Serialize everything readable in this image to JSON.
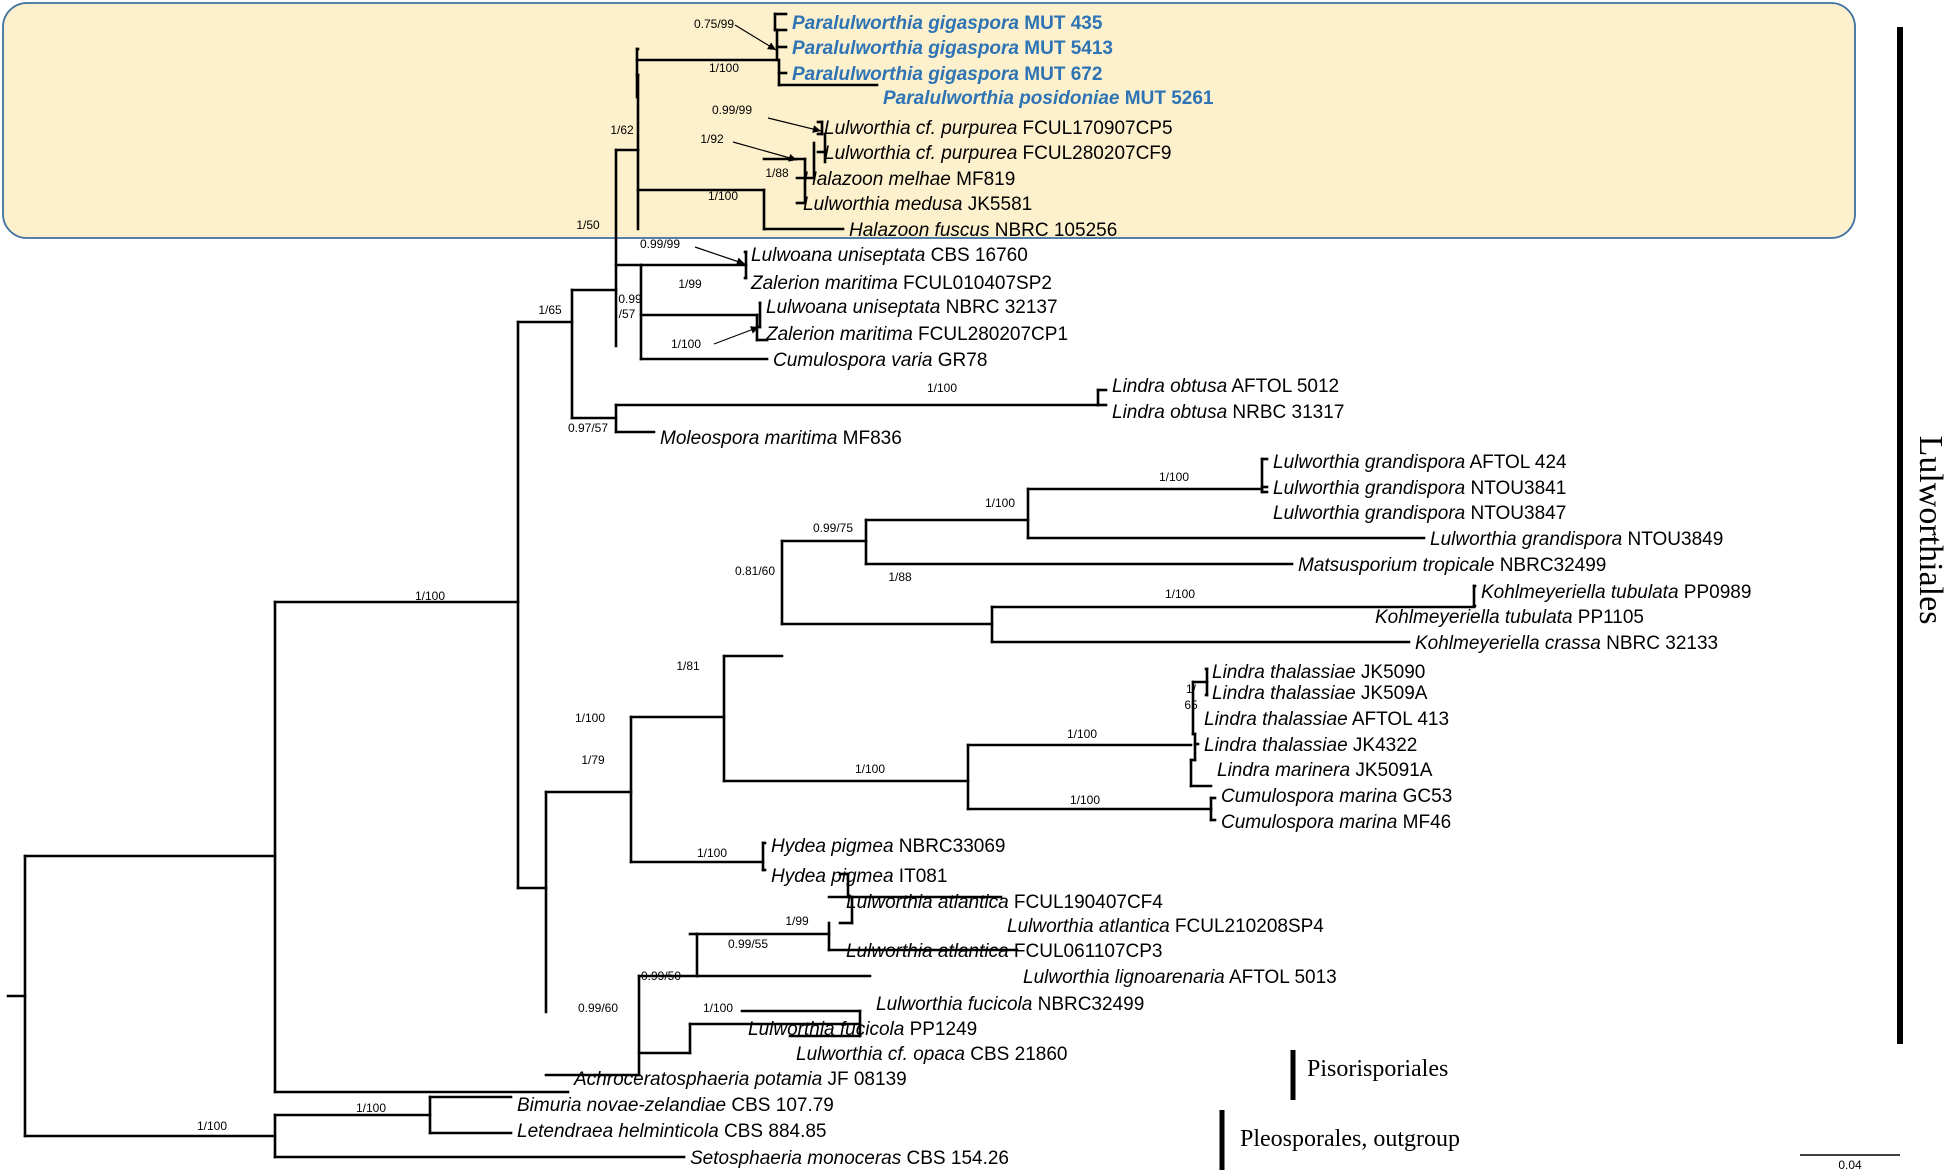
{
  "clade_highlight_color": "#fdf0cc",
  "clade_highlight_border": "#3d6fa0",
  "highlight_text_color": "#2e74b5",
  "leaves": [
    {
      "genus": "Paralulworthia",
      "epithet": "gigaspora",
      "code": "MUT 435"
    },
    {
      "genus": "Paralulworthia",
      "epithet": "gigaspora",
      "code": "MUT 5413"
    },
    {
      "genus": "Paralulworthia",
      "epithet": "gigaspora",
      "code": "MUT 672"
    },
    {
      "genus": "Paralulworthia",
      "epithet": "posidoniae",
      "code": "MUT 5261"
    },
    {
      "genus": "Lulworthia",
      "epithet": "cf. purpurea",
      "code": "FCUL170907CP5"
    },
    {
      "genus": "Lulworthia",
      "epithet": "cf. purpurea",
      "code": "FCUL280207CF9"
    },
    {
      "genus": "Halazoon",
      "epithet": "melhae",
      "code": "MF819"
    },
    {
      "genus": "Lulworthia",
      "epithet": "medusa",
      "code": "JK5581"
    },
    {
      "genus": "Halazoon",
      "epithet": "fuscus",
      "code": "NBRC 105256"
    },
    {
      "genus": "Lulwoana",
      "epithet": "uniseptata",
      "code": "CBS 16760"
    },
    {
      "genus": "Zalerion",
      "epithet": "maritima",
      "code": "FCUL010407SP2"
    },
    {
      "genus": "Lulwoana",
      "epithet": "uniseptata",
      "code": "NBRC 32137"
    },
    {
      "genus": "Zalerion",
      "epithet": "maritima",
      "code": "FCUL280207CP1"
    },
    {
      "genus": "Cumulospora",
      "epithet": "varia",
      "code": "GR78"
    },
    {
      "genus": "Lindra",
      "epithet": "obtusa",
      "code": "AFTOL 5012"
    },
    {
      "genus": "Lindra",
      "epithet": "obtusa",
      "code": "NRBC 31317"
    },
    {
      "genus": "Moleospora",
      "epithet": "maritima",
      "code": "MF836"
    },
    {
      "genus": "Lulworthia",
      "epithet": "grandispora",
      "code": "AFTOL 424"
    },
    {
      "genus": "Lulworthia",
      "epithet": "grandispora",
      "code": "NTOU3841"
    },
    {
      "genus": "Lulworthia",
      "epithet": "grandispora",
      "code": "NTOU3847"
    },
    {
      "genus": "Lulworthia",
      "epithet": "grandispora",
      "code": "NTOU3849"
    },
    {
      "genus": "Matsusporium",
      "epithet": "tropicale",
      "code": "NBRC32499"
    },
    {
      "genus": "Kohlmeyeriella",
      "epithet": "tubulata",
      "code": "PP0989"
    },
    {
      "genus": "Kohlmeyeriella",
      "epithet": "tubulata",
      "code": "PP1105"
    },
    {
      "genus": "Kohlmeyeriella",
      "epithet": "crassa",
      "code": "NBRC 32133"
    },
    {
      "genus": "Lindra",
      "epithet": "thalassiae",
      "code": "JK5090"
    },
    {
      "genus": "Lindra",
      "epithet": "thalassiae",
      "code": "JK509A"
    },
    {
      "genus": "Lindra",
      "epithet": "thalassiae",
      "code": "AFTOL 413"
    },
    {
      "genus": "Lindra",
      "epithet": "thalassiae",
      "code": "JK4322"
    },
    {
      "genus": "Lindra",
      "epithet": "marinera",
      "code": "JK5091A"
    },
    {
      "genus": "Cumulospora",
      "epithet": "marina",
      "code": "GC53"
    },
    {
      "genus": "Cumulospora",
      "epithet": "marina",
      "code": "MF46"
    },
    {
      "genus": "Hydea",
      "epithet": "pigmea",
      "code": "NBRC33069"
    },
    {
      "genus": "Hydea",
      "epithet": "pigmea",
      "code": "IT081"
    },
    {
      "genus": "Lulworthia",
      "epithet": "atlantica",
      "code": "FCUL190407CF4"
    },
    {
      "genus": "Lulworthia",
      "epithet": "atlantica",
      "code": "FCUL210208SP4"
    },
    {
      "genus": "Lulworthia",
      "epithet": "atlantica",
      "code": "FCUL061107CP3"
    },
    {
      "genus": "Lulworthia",
      "epithet": "lignoarenaria",
      "code": "AFTOL 5013"
    },
    {
      "genus": "Lulworthia",
      "epithet": "fucicola",
      "code": "NBRC32499"
    },
    {
      "genus": "Lulworthia",
      "epithet": "fucicola",
      "code": "PP1249"
    },
    {
      "genus": "Lulworthia",
      "epithet": "cf. opaca",
      "code": "CBS 21860"
    },
    {
      "genus": "Achroceratosphaeria",
      "epithet": "potamia",
      "code": "JF 08139"
    },
    {
      "genus": "Bimuria",
      "epithet": "novae-zelandiae",
      "code": "CBS 107.79"
    },
    {
      "genus": "Letendraea",
      "epithet": "helminticola",
      "code": "CBS 884.85"
    },
    {
      "genus": "Setosphaeria",
      "epithet": "monoceras",
      "code": " CBS 154.26"
    }
  ],
  "supports": [
    "0.75/99",
    "1/100",
    "0.99/99",
    "1/92",
    "1/88",
    "1/100",
    "1/62",
    "1/50",
    "0.99/99",
    "1/99",
    "0.99",
    "/57",
    "1/100",
    "1/65",
    "1/100",
    "0.97/57",
    "1/100",
    "1/100",
    "0.99/75",
    "1/100",
    "1/88",
    "0.81/60",
    "1/",
    "65",
    "1/100",
    "1/100",
    "1/100",
    "1/81",
    "1/100",
    "1/79",
    "1/99",
    "0.99/55",
    "1/100",
    "0.99/50",
    "0.99/60",
    "1/100",
    "1/100",
    "1/100",
    "1/100"
  ],
  "orders": {
    "lulworthiales": "Lulworthiales",
    "pisorisporiales": "Pisorisporiales",
    "pleosporales": "Pleosporales, outgroup"
  },
  "scale_bar": {
    "label": "0.04",
    "value": 0.04
  }
}
